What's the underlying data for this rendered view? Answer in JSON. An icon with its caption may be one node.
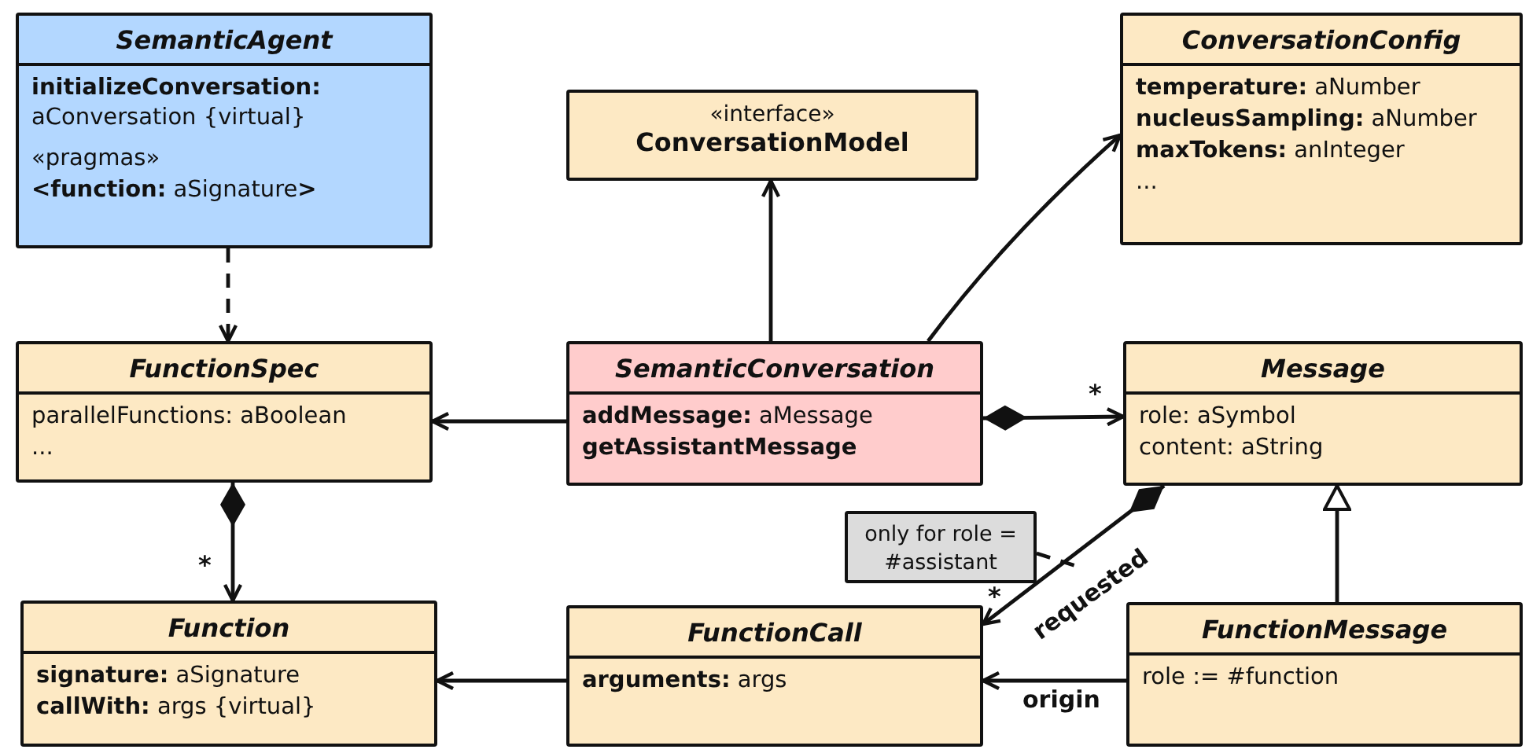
{
  "diagram": {
    "nodes": [
      {
        "text": [
          "SemanticAgent",
          "**initializeConversation:** aConversation {virtual}",
          "«pragmas»",
          "**<function:** aSignature**>**"
        ]
      },
      {
        "text": [
          "«interface»",
          "ConversationModel"
        ]
      },
      {
        "text": [
          "ConversationConfig",
          "**temperature:** aNumber",
          "**nucleusSampling:** aNumber",
          "**maxTokens:** anInteger",
          "..."
        ]
      },
      {
        "text": [
          "FunctionSpec",
          "parallelFunctions: aBoolean",
          "..."
        ]
      },
      {
        "text": [
          "SemanticConversation",
          "**addMessage:** aMessage",
          "getAssistantMessage"
        ]
      },
      {
        "text": [
          "Message",
          "role: aSymbol",
          "content: aString"
        ]
      },
      {
        "text": [
          "only for role = #assistant"
        ]
      },
      {
        "text": [
          "Function",
          "**signature:** aSignature",
          "**callWith:** args {virtual}"
        ]
      },
      {
        "text": [
          "FunctionCall",
          "**arguments:** args"
        ]
      },
      {
        "text": [
          "FunctionMessage",
          "role := #function"
        ]
      }
    ],
    "edges": [
      {
        "from": 0,
        "to": 3,
        "arrow": "to",
        "style": "dashed"
      },
      {
        "from": 4,
        "to": 1,
        "arrow": "to"
      },
      {
        "from": 4,
        "to": 2,
        "arrow": "to"
      },
      {
        "from": 4,
        "to": 3,
        "arrow": "to"
      },
      {
        "from": 4,
        "to": 5,
        "arrow": "to"
      },
      {
        "from": 3,
        "to": 7,
        "arrow": "to"
      },
      {
        "from": 5,
        "to": 8,
        "arrow": "to",
        "label": "requested"
      },
      {
        "from": 9,
        "to": 5,
        "arrow": "to"
      },
      {
        "from": 9,
        "to": 8,
        "arrow": "to",
        "label": "origin"
      },
      {
        "from": 8,
        "to": 7,
        "arrow": "to"
      },
      {
        "from": 6,
        "to": null,
        "arrow": "none",
        "style": "dashed"
      }
    ],
    "labels": [
      "*",
      "*",
      "*"
    ]
  }
}
